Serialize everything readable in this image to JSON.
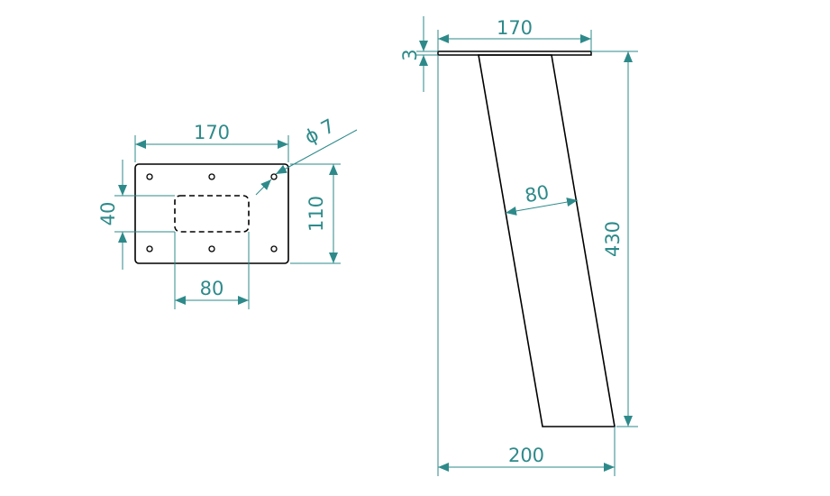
{
  "colors": {
    "dimension": "#2e8a8a",
    "outline": "#000000",
    "background": "#ffffff"
  },
  "top_view": {
    "width_label": "170",
    "height_label": "110",
    "hole_label": "ϕ 7",
    "cutout_width_label": "80",
    "cutout_height_label": "40"
  },
  "side_view": {
    "plate_width_label": "170",
    "plate_thickness_label": "3",
    "leg_width_label": "80",
    "height_label": "430",
    "base_width_label": "200"
  }
}
